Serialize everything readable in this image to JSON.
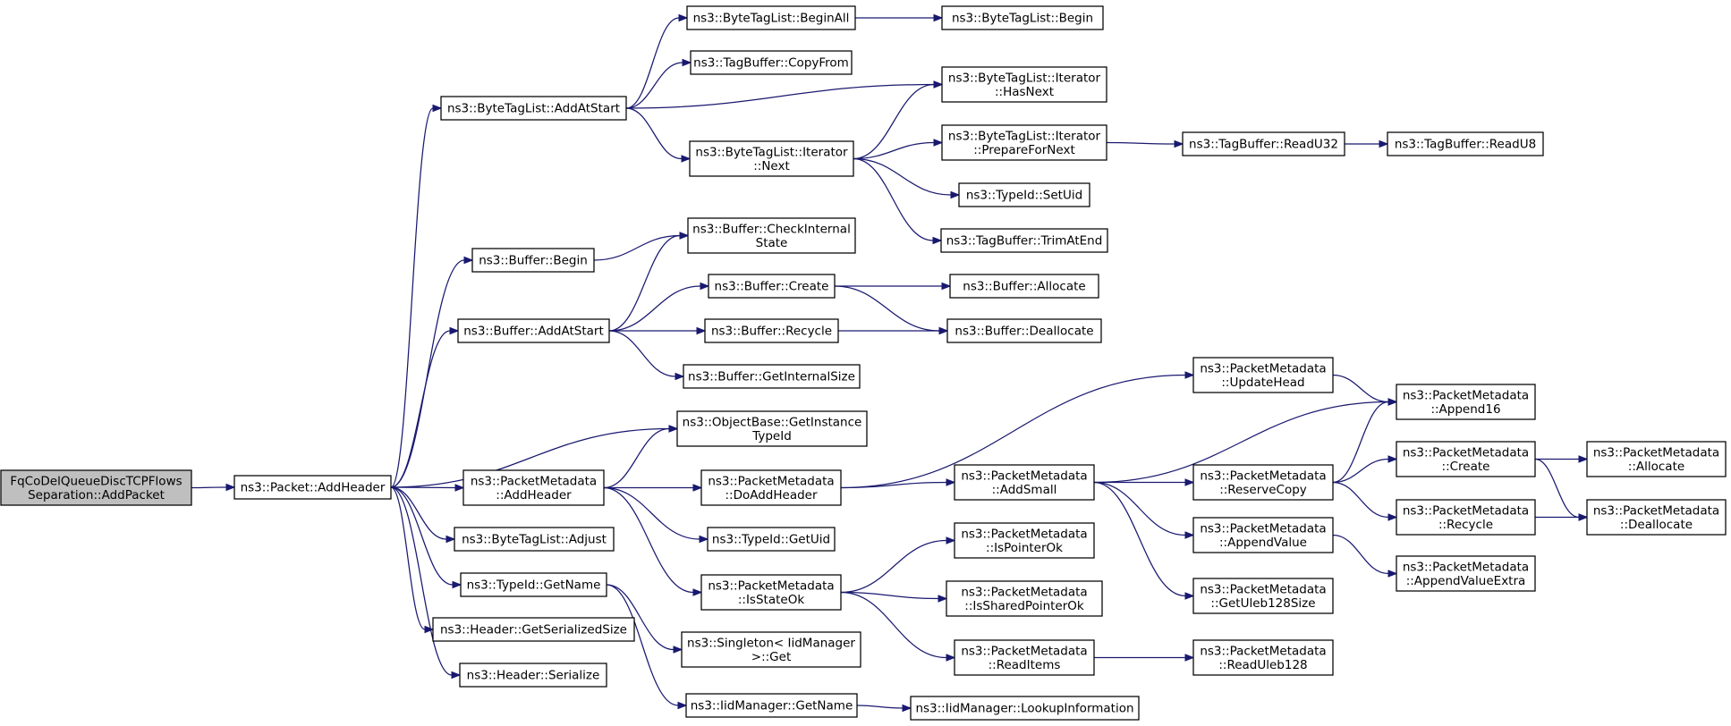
{
  "nodes": [
    {
      "id": "root",
      "lines": [
        "FqCoDelQueueDiscTCPFlows",
        "Separation::AddPacket"
      ],
      "root": true
    },
    {
      "id": "addHeader",
      "lines": [
        "ns3::Packet::AddHeader"
      ]
    },
    {
      "id": "btl_addAtStart",
      "lines": [
        "ns3::ByteTagList::AddAtStart"
      ]
    },
    {
      "id": "buf_begin",
      "lines": [
        "ns3::Buffer::Begin"
      ]
    },
    {
      "id": "buf_addAtStart",
      "lines": [
        "ns3::Buffer::AddAtStart"
      ]
    },
    {
      "id": "pm_addHeader",
      "lines": [
        "ns3::PacketMetadata",
        "::AddHeader"
      ]
    },
    {
      "id": "btl_adjust",
      "lines": [
        "ns3::ByteTagList::Adjust"
      ]
    },
    {
      "id": "typeid_getName",
      "lines": [
        "ns3::TypeId::GetName"
      ]
    },
    {
      "id": "hdr_getSerSize",
      "lines": [
        "ns3::Header::GetSerializedSize"
      ]
    },
    {
      "id": "hdr_serialize",
      "lines": [
        "ns3::Header::Serialize"
      ]
    },
    {
      "id": "btl_beginAll",
      "lines": [
        "ns3::ByteTagList::BeginAll"
      ]
    },
    {
      "id": "tb_copyFrom",
      "lines": [
        "ns3::TagBuffer::CopyFrom"
      ]
    },
    {
      "id": "btli_next",
      "lines": [
        "ns3::ByteTagList::Iterator",
        "::Next"
      ]
    },
    {
      "id": "buf_checkInternal",
      "lines": [
        "ns3::Buffer::CheckInternal",
        "State"
      ]
    },
    {
      "id": "buf_create",
      "lines": [
        "ns3::Buffer::Create"
      ]
    },
    {
      "id": "buf_recycle",
      "lines": [
        "ns3::Buffer::Recycle"
      ]
    },
    {
      "id": "buf_getInternalSize",
      "lines": [
        "ns3::Buffer::GetInternalSize"
      ]
    },
    {
      "id": "ob_getInstanceTypeId",
      "lines": [
        "ns3::ObjectBase::GetInstance",
        "TypeId"
      ]
    },
    {
      "id": "pm_doAddHeader",
      "lines": [
        "ns3::PacketMetadata",
        "::DoAddHeader"
      ]
    },
    {
      "id": "typeid_getUid",
      "lines": [
        "ns3::TypeId::GetUid"
      ]
    },
    {
      "id": "pm_isStateOk",
      "lines": [
        "ns3::PacketMetadata",
        "::IsStateOk"
      ]
    },
    {
      "id": "singleton_get",
      "lines": [
        "ns3::Singleton< IidManager",
        ">::Get"
      ]
    },
    {
      "id": "iid_getName",
      "lines": [
        "ns3::IidManager::GetName"
      ]
    },
    {
      "id": "btl_begin",
      "lines": [
        "ns3::ByteTagList::Begin"
      ]
    },
    {
      "id": "btli_hasNext",
      "lines": [
        "ns3::ByteTagList::Iterator",
        "::HasNext"
      ]
    },
    {
      "id": "btli_prepare",
      "lines": [
        "ns3::ByteTagList::Iterator",
        "::PrepareForNext"
      ]
    },
    {
      "id": "typeid_setUid",
      "lines": [
        "ns3::TypeId::SetUid"
      ]
    },
    {
      "id": "tb_trimAtEnd",
      "lines": [
        "ns3::TagBuffer::TrimAtEnd"
      ]
    },
    {
      "id": "buf_allocate",
      "lines": [
        "ns3::Buffer::Allocate"
      ]
    },
    {
      "id": "buf_deallocate",
      "lines": [
        "ns3::Buffer::Deallocate"
      ]
    },
    {
      "id": "pm_updateHead",
      "lines": [
        "ns3::PacketMetadata",
        "::UpdateHead"
      ]
    },
    {
      "id": "pm_addSmall",
      "lines": [
        "ns3::PacketMetadata",
        "::AddSmall"
      ]
    },
    {
      "id": "pm_isPointerOk",
      "lines": [
        "ns3::PacketMetadata",
        "::IsPointerOk"
      ]
    },
    {
      "id": "pm_isSharedPointerOk",
      "lines": [
        "ns3::PacketMetadata",
        "::IsSharedPointerOk"
      ]
    },
    {
      "id": "pm_readItems",
      "lines": [
        "ns3::PacketMetadata",
        "::ReadItems"
      ]
    },
    {
      "id": "iid_lookup",
      "lines": [
        "ns3::IidManager::LookupInformation"
      ]
    },
    {
      "id": "tb_readU32",
      "lines": [
        "ns3::TagBuffer::ReadU32"
      ]
    },
    {
      "id": "tb_readU8",
      "lines": [
        "ns3::TagBuffer::ReadU8"
      ]
    },
    {
      "id": "pm_reserveCopy",
      "lines": [
        "ns3::PacketMetadata",
        "::ReserveCopy"
      ]
    },
    {
      "id": "pm_appendValue",
      "lines": [
        "ns3::PacketMetadata",
        "::AppendValue"
      ]
    },
    {
      "id": "pm_getUleb",
      "lines": [
        "ns3::PacketMetadata",
        "::GetUleb128Size"
      ]
    },
    {
      "id": "pm_readUleb",
      "lines": [
        "ns3::PacketMetadata",
        "::ReadUleb128"
      ]
    },
    {
      "id": "pm_append16",
      "lines": [
        "ns3::PacketMetadata",
        "::Append16"
      ]
    },
    {
      "id": "pm_create",
      "lines": [
        "ns3::PacketMetadata",
        "::Create"
      ]
    },
    {
      "id": "pm_recycle",
      "lines": [
        "ns3::PacketMetadata",
        "::Recycle"
      ]
    },
    {
      "id": "pm_appendValueExtra",
      "lines": [
        "ns3::PacketMetadata",
        "::AppendValueExtra"
      ]
    },
    {
      "id": "pm_allocate",
      "lines": [
        "ns3::PacketMetadata",
        "::Allocate"
      ]
    },
    {
      "id": "pm_deallocate",
      "lines": [
        "ns3::PacketMetadata",
        "::Deallocate"
      ]
    }
  ],
  "edges": [
    [
      "root",
      "addHeader"
    ],
    [
      "addHeader",
      "btl_addAtStart"
    ],
    [
      "addHeader",
      "buf_begin"
    ],
    [
      "addHeader",
      "buf_addAtStart"
    ],
    [
      "addHeader",
      "ob_getInstanceTypeId"
    ],
    [
      "addHeader",
      "pm_addHeader"
    ],
    [
      "addHeader",
      "btl_adjust"
    ],
    [
      "addHeader",
      "typeid_getName"
    ],
    [
      "addHeader",
      "hdr_getSerSize"
    ],
    [
      "addHeader",
      "hdr_serialize"
    ],
    [
      "btl_addAtStart",
      "btl_beginAll"
    ],
    [
      "btl_addAtStart",
      "tb_copyFrom"
    ],
    [
      "btl_addAtStart",
      "btli_hasNext"
    ],
    [
      "btl_addAtStart",
      "btli_next"
    ],
    [
      "btl_beginAll",
      "btl_begin"
    ],
    [
      "btli_next",
      "btli_hasNext"
    ],
    [
      "btli_next",
      "btli_prepare"
    ],
    [
      "btli_next",
      "typeid_setUid"
    ],
    [
      "btli_next",
      "tb_trimAtEnd"
    ],
    [
      "btli_prepare",
      "tb_readU32"
    ],
    [
      "tb_readU32",
      "tb_readU8"
    ],
    [
      "buf_begin",
      "buf_checkInternal"
    ],
    [
      "buf_addAtStart",
      "buf_checkInternal"
    ],
    [
      "buf_addAtStart",
      "buf_create"
    ],
    [
      "buf_addAtStart",
      "buf_recycle"
    ],
    [
      "buf_addAtStart",
      "buf_getInternalSize"
    ],
    [
      "buf_create",
      "buf_allocate"
    ],
    [
      "buf_create",
      "buf_deallocate"
    ],
    [
      "buf_recycle",
      "buf_deallocate"
    ],
    [
      "pm_addHeader",
      "ob_getInstanceTypeId"
    ],
    [
      "pm_addHeader",
      "pm_doAddHeader"
    ],
    [
      "pm_addHeader",
      "typeid_getUid"
    ],
    [
      "pm_addHeader",
      "pm_isStateOk"
    ],
    [
      "pm_doAddHeader",
      "pm_updateHead"
    ],
    [
      "pm_doAddHeader",
      "pm_addSmall"
    ],
    [
      "pm_updateHead",
      "pm_append16"
    ],
    [
      "pm_addSmall",
      "pm_append16"
    ],
    [
      "pm_addSmall",
      "pm_reserveCopy"
    ],
    [
      "pm_addSmall",
      "pm_appendValue"
    ],
    [
      "pm_addSmall",
      "pm_getUleb"
    ],
    [
      "pm_reserveCopy",
      "pm_append16"
    ],
    [
      "pm_reserveCopy",
      "pm_create"
    ],
    [
      "pm_reserveCopy",
      "pm_recycle"
    ],
    [
      "pm_create",
      "pm_allocate"
    ],
    [
      "pm_create",
      "pm_deallocate"
    ],
    [
      "pm_recycle",
      "pm_deallocate"
    ],
    [
      "pm_appendValue",
      "pm_appendValueExtra"
    ],
    [
      "pm_isStateOk",
      "pm_isPointerOk"
    ],
    [
      "pm_isStateOk",
      "pm_isSharedPointerOk"
    ],
    [
      "pm_isStateOk",
      "pm_readItems"
    ],
    [
      "pm_readItems",
      "pm_readUleb"
    ],
    [
      "typeid_getName",
      "singleton_get"
    ],
    [
      "typeid_getName",
      "iid_getName"
    ],
    [
      "iid_getName",
      "iid_lookup"
    ]
  ]
}
